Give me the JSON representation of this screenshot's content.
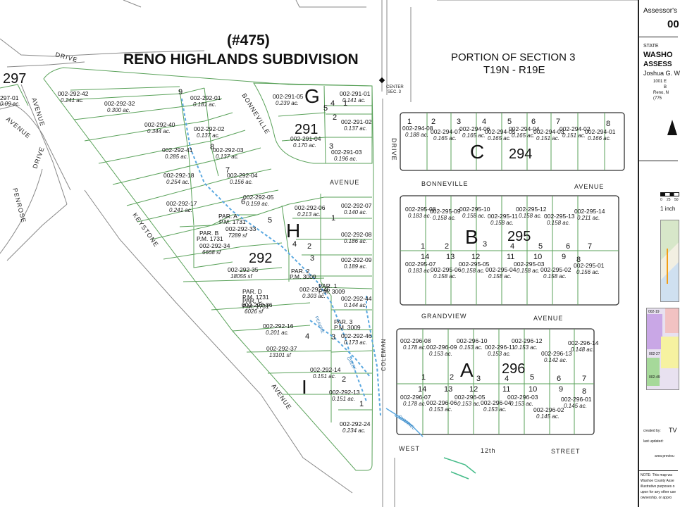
{
  "title": {
    "map_number": "(#475)",
    "subdivision": "RENO HIGHLANDS SUBDIVISION",
    "portion": "PORTION OF SECTION 3",
    "township": "T19N - R19E"
  },
  "streets": {
    "drive_top": "DRIVE",
    "avenue_left": "AVENUE",
    "avenue_left2": "AVENUE",
    "penrose": "PENROSE",
    "drive_left": "DRIVE",
    "keystone": "KEYSTONE",
    "avenue_keystone": "AVENUE",
    "bonneville_diag": "BONNEVILLE",
    "drive_vert": "DRIVE",
    "avenue_mid": "AVENUE",
    "bonneville": "BONNEVILLE",
    "avenue_bonn": "AVENUE",
    "grandview": "GRANDVIEW",
    "avenue_grand": "AVENUE",
    "coleman": "COLEMAN",
    "west": "WEST",
    "twelfth": "12th",
    "street": "STREET",
    "peavine": "PEAVINE",
    "creek": "CREEK",
    "channel": "CHANNEL"
  },
  "center_label": {
    "line1": "CENTER",
    "line2": "SEC. 3"
  },
  "blocks": {
    "G": "G",
    "H": "H",
    "I": "I",
    "C": "C",
    "B": "B",
    "A": "A",
    "b291": "291",
    "b292": "292",
    "b294": "294",
    "b295": "295",
    "b296": "296",
    "b297": "297"
  },
  "parcels_292": [
    {
      "apn": "002-292-42",
      "acres": "0.241 ac."
    },
    {
      "apn": "002-292-32",
      "acres": "0.300 ac."
    },
    {
      "apn": "002-292-01",
      "acres": "0.181 ac."
    },
    {
      "apn": "002-292-40",
      "acres": "0.344 ac."
    },
    {
      "apn": "002-292-02",
      "acres": "0.137 ac."
    },
    {
      "apn": "002-292-41",
      "acres": "0.285 ac."
    },
    {
      "apn": "002-292-03",
      "acres": "0.137 ac."
    },
    {
      "apn": "002-292-18",
      "acres": "0.254 ac."
    },
    {
      "apn": "002-292-04",
      "acres": "0.156 ac."
    },
    {
      "apn": "002-292-17",
      "acres": "0.241 ac."
    },
    {
      "apn": "002-292-05",
      "acres": "0.159 ac."
    },
    {
      "apn": "002-292-33",
      "acres": "7289 sf"
    },
    {
      "apn": "002-292-34",
      "acres": "6668 sf"
    },
    {
      "apn": "002-292-06",
      "acres": "0.213 ac."
    },
    {
      "apn": "002-292-07",
      "acres": "0.140 ac."
    },
    {
      "apn": "002-292-08",
      "acres": "0.186 ac."
    },
    {
      "apn": "002-292-09",
      "acres": "0.189 ac."
    },
    {
      "apn": "002-292-35",
      "acres": "18055 sf"
    },
    {
      "apn": "002-292-45",
      "acres": "0.303 ac."
    },
    {
      "apn": "002-292-44",
      "acres": "0.144 ac."
    },
    {
      "apn": "002-292-36",
      "acres": "6026 sf"
    },
    {
      "apn": "002-292-16",
      "acres": "0.201 ac."
    },
    {
      "apn": "002-292-46",
      "acres": "0.173 ac."
    },
    {
      "apn": "002-292-37",
      "acres": "13101 sf"
    },
    {
      "apn": "002-292-14",
      "acres": "0.151 ac."
    },
    {
      "apn": "002-292-13",
      "acres": "0.151 ac."
    },
    {
      "apn": "002-292-24",
      "acres": "0.234 ac."
    }
  ],
  "parcels_291": [
    {
      "apn": "002-291-05",
      "acres": "0.239 ac."
    },
    {
      "apn": "002-291-01",
      "acres": "0.141 ac."
    },
    {
      "apn": "002-291-02",
      "acres": "0.137 ac."
    },
    {
      "apn": "002-291-04",
      "acres": "0.170 ac."
    },
    {
      "apn": "002-291-03",
      "acres": "0.196 ac."
    }
  ],
  "parcels_294": [
    {
      "apn": "002-294-08",
      "acres": "0.188 ac."
    },
    {
      "apn": "002-294-07",
      "acres": "0.165 ac."
    },
    {
      "apn": "002-294-06",
      "acres": "0.165 ac."
    },
    {
      "apn": "002-294-05",
      "acres": "0.165 ac."
    },
    {
      "apn": "002-294-04",
      "acres": "0.165 ac."
    },
    {
      "apn": "002-294-03",
      "acres": "0.151 ac."
    },
    {
      "apn": "002-294-02",
      "acres": "0.151 ac."
    },
    {
      "apn": "002-294-01",
      "acres": "0.166 ac."
    }
  ],
  "parcels_295_top": [
    {
      "apn": "002-295-08",
      "acres": "0.183 ac."
    },
    {
      "apn": "002-295-09",
      "acres": "0.158 ac."
    },
    {
      "apn": "002-295-10",
      "acres": "0.158 ac."
    },
    {
      "apn": "002-295-11",
      "acres": "0.158 ac."
    },
    {
      "apn": "002-295-12",
      "acres": "0.158 ac."
    },
    {
      "apn": "002-295-13",
      "acres": "0.158 ac."
    },
    {
      "apn": "002-295-14",
      "acres": "0.211 ac."
    }
  ],
  "parcels_295_bot": [
    {
      "apn": "002-295-07",
      "acres": "0.183 ac."
    },
    {
      "apn": "002-295-06",
      "acres": "0.158 ac."
    },
    {
      "apn": "002-295-05",
      "acres": "0.158 ac."
    },
    {
      "apn": "002-295-04",
      "acres": "0.158 ac."
    },
    {
      "apn": "002-295-03",
      "acres": "0.158 ac."
    },
    {
      "apn": "002-295-02",
      "acres": "0.158 ac."
    },
    {
      "apn": "002-295-01",
      "acres": "0.156 ac."
    }
  ],
  "parcels_296_top": [
    {
      "apn": "002-296-08",
      "acres": "0.178 ac."
    },
    {
      "apn": "002-296-09",
      "acres": "0.153 ac."
    },
    {
      "apn": "002-296-10",
      "acres": "0.153 ac."
    },
    {
      "apn": "002-296-11",
      "acres": "0.153 ac."
    },
    {
      "apn": "002-296-12",
      "acres": "0.153 ac."
    },
    {
      "apn": "002-296-13",
      "acres": "0.142 ac."
    },
    {
      "apn": "002-296-14",
      "acres": "0.148 ac."
    }
  ],
  "parcels_296_bot": [
    {
      "apn": "002-296-07",
      "acres": "0.178 ac."
    },
    {
      "apn": "002-296-06",
      "acres": "0.153 ac."
    },
    {
      "apn": "002-296-05",
      "acres": "0.153 ac."
    },
    {
      "apn": "002-296-04",
      "acres": "0.153 ac."
    },
    {
      "apn": "002-296-03",
      "acres": "0.153 ac."
    },
    {
      "apn": "002-296-02",
      "acres": "0.145 ac."
    },
    {
      "apn": "002-296-01",
      "acres": "0.145 ac."
    }
  ],
  "parcels_297": [
    {
      "apn": "297-01",
      "acres": "0.09 ac."
    }
  ],
  "parcel_maps": [
    {
      "par": "PAR. A",
      "pm": "P.M. 1731"
    },
    {
      "par": "PAR. B",
      "pm": "P.M. 1731"
    },
    {
      "par": "PAR. C",
      "pm": "P.M. 1731"
    },
    {
      "par": "PAR. D",
      "pm": "P.M. 1731"
    },
    {
      "par": "PAR. 1",
      "pm": "P.M. 3009"
    },
    {
      "par": "PAR. 2",
      "pm": "P.M. 3009"
    },
    {
      "par": "PAR. 3",
      "pm": "P.M. 3009"
    }
  ],
  "panel": {
    "assessor_label": "Assessor's",
    "map_no": "00",
    "state": "STATE",
    "washoe": "WASHO",
    "assess": "ASSESS",
    "name": "Joshua G. W",
    "addr1": "1001 E",
    "addr2": "B",
    "addr3": "Reno, N",
    "addr4": "(775",
    "scale_label": "1 inch",
    "scale0": "0",
    "scale25": "25",
    "scale50": "50",
    "created_by": "created by:",
    "created_val": "TV",
    "last_updated": "last updated:",
    "area_prev": "area previou",
    "note": "NOTE: This map wa",
    "note2": "Washoe County Asse",
    "note3": "illustrative purposes o",
    "note4": "upon for any other use",
    "note5": "ownership, or appro",
    "mini_labels": [
      "002-19",
      "002-27",
      "002-49"
    ]
  },
  "colors": {
    "parcel_line": "#5aa25a",
    "block_line": "#333333",
    "creek": "#5aa8e0"
  }
}
